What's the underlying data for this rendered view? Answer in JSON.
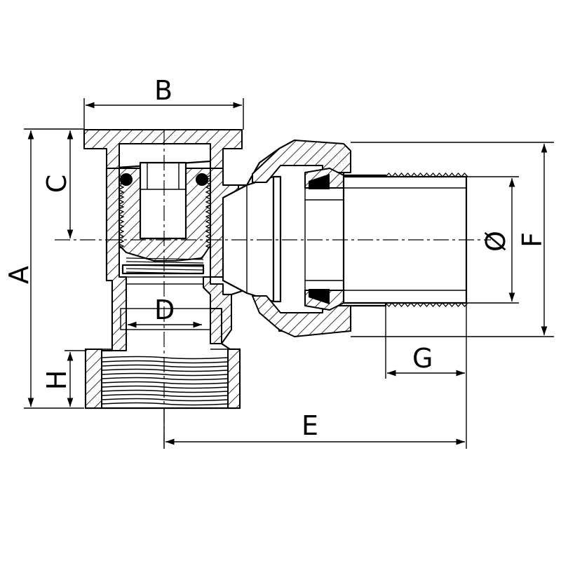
{
  "drawing": {
    "labels": {
      "A": "A",
      "B": "B",
      "C": "C",
      "D": "D",
      "E": "E",
      "F": "F",
      "G": "G",
      "H": "H",
      "diameter": "Ø"
    }
  }
}
